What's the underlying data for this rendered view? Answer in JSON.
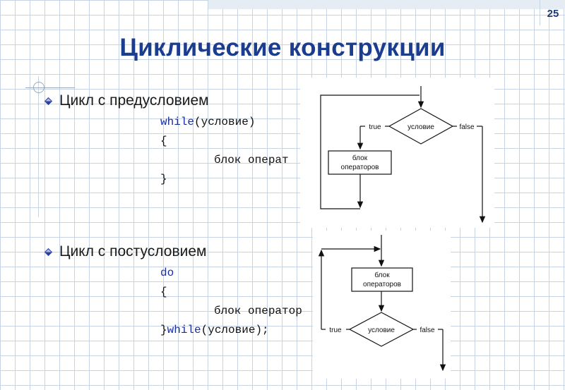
{
  "slide": {
    "number": "25",
    "title": "Циклические конструкции"
  },
  "section1": {
    "bullet": "Цикл с предусловием",
    "code": {
      "line1_kw": "while",
      "line1_rest": "(условие)",
      "line2": "{",
      "line3": "блок операт",
      "line4": "}"
    }
  },
  "section2": {
    "bullet": "Цикл с постусловием",
    "code": {
      "line1": "do",
      "line2": "{",
      "line3": "блок оператор",
      "line4_pre": "}",
      "line4_kw": "while",
      "line4_rest": "(условие);"
    }
  },
  "flowchart1": {
    "condition": "условие",
    "true_label": "true",
    "false_label": "false",
    "block_line1": "блок",
    "block_line2": "операторов"
  },
  "flowchart2": {
    "condition": "условие",
    "true_label": "true",
    "false_label": "false",
    "block_line1": "блок",
    "block_line2": "операторов"
  }
}
